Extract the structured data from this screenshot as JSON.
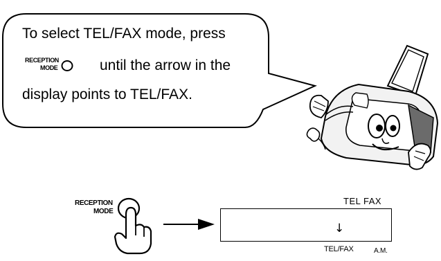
{
  "callout": {
    "line1": "To select TEL/FAX mode, press",
    "button_top": "RECEPTION",
    "button_bottom": "MODE",
    "line2": "until the arrow in the",
    "line3": "display points to TEL/FAX."
  },
  "button": {
    "label_top": "RECEPTION",
    "label_bottom": "MODE"
  },
  "display": {
    "top_labels": "TEL FAX",
    "arrow": "↓",
    "bottom_label_1": "TEL/FAX",
    "bottom_label_2": "A.M."
  }
}
